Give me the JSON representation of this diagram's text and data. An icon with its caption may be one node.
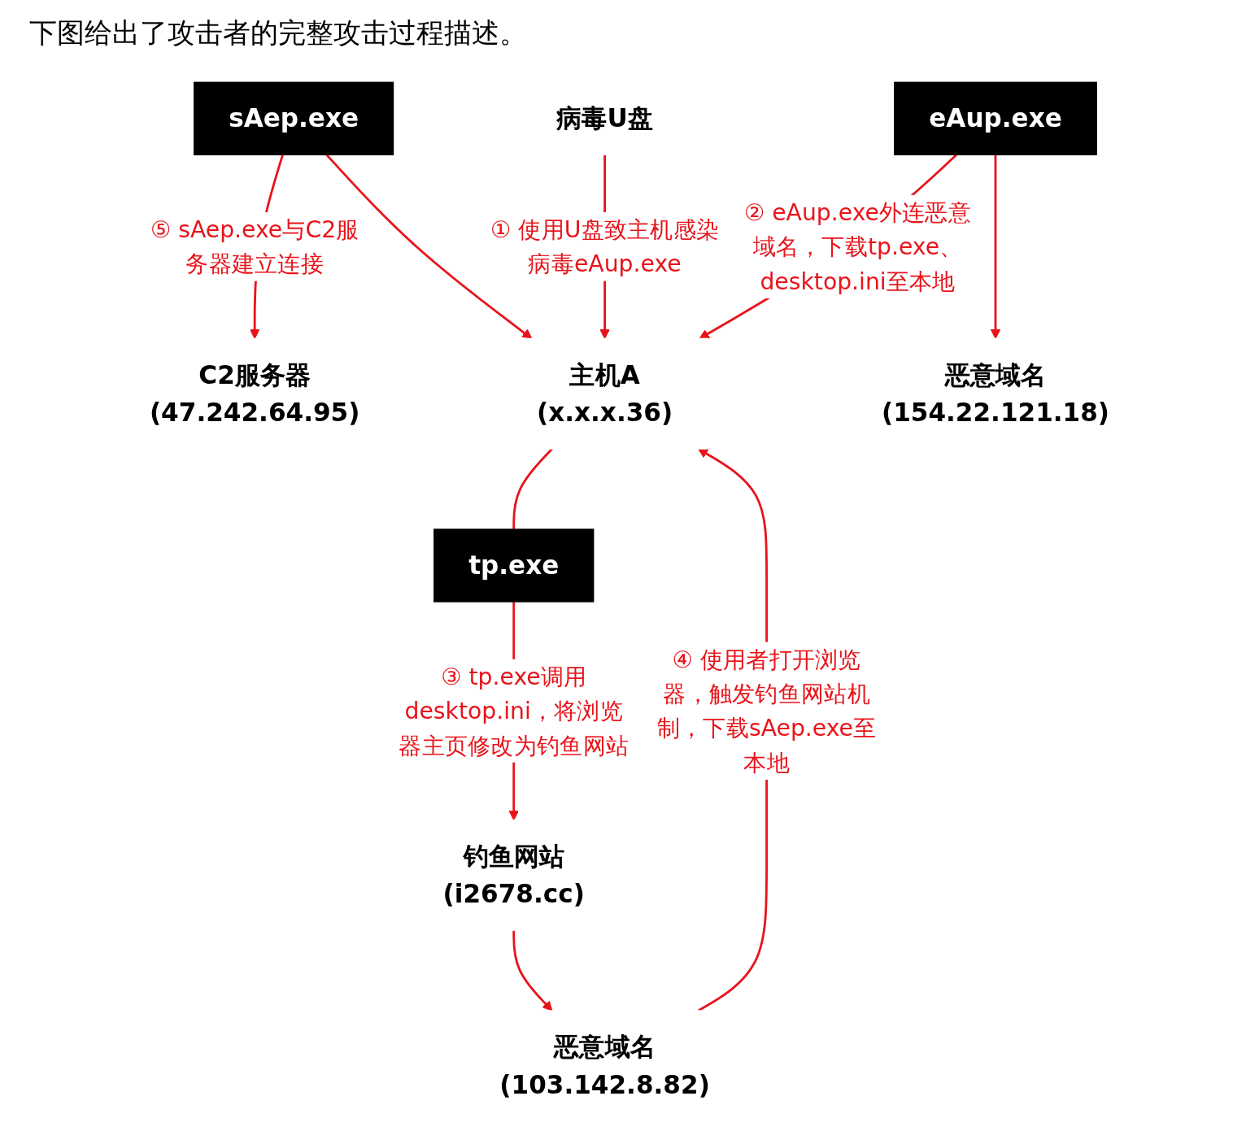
{
  "diagram": {
    "title": "下图给出了攻击者的完整攻击过程描述。",
    "nodes": [
      {
        "text": [
          "C2服务器",
          "(47.242.64.95)"
        ]
      },
      {
        "text": [
          "sAep.exe"
        ]
      },
      {
        "text": [
          "主机A",
          "(x.x.x.36)"
        ]
      },
      {
        "text": [
          "病毒U盘"
        ]
      },
      {
        "text": [
          "eAup.exe"
        ]
      },
      {
        "text": [
          "恶意域名",
          "(154.22.121.18)"
        ]
      },
      {
        "text": [
          "tp.exe"
        ]
      },
      {
        "text": [
          "钓鱼网站",
          "(i2678.cc)"
        ]
      },
      {
        "text": [
          "恶意域名",
          "(103.142.8.82)"
        ]
      }
    ],
    "edges": [
      {
        "from": 1,
        "to": 0,
        "arrow": "to",
        "label": "⑤ sAep.exe与C2服务器建立连接"
      },
      {
        "from": 1,
        "to": 2,
        "arrow": "to"
      },
      {
        "from": 3,
        "to": 2,
        "arrow": "to",
        "label": "① 使用U盘致主机感染病毒eAup.exe"
      },
      {
        "from": 4,
        "to": 2,
        "arrow": "to",
        "label": "② eAup.exe外连恶意域名，下载tp.exe、desktop.ini至本地"
      },
      {
        "from": 4,
        "to": 5,
        "arrow": "to"
      },
      {
        "from": 2,
        "to": 6,
        "arrow": "none"
      },
      {
        "from": 6,
        "to": 7,
        "arrow": "to",
        "label": "③ tp.exe调用desktop.ini，将浏览器主页修改为钓鱼网站"
      },
      {
        "from": 7,
        "to": 8,
        "arrow": "to"
      },
      {
        "from": 8,
        "to": 2,
        "arrow": "to",
        "label": "④ 使用者打开浏览器，触发钓鱼网站机制，下载sAep.exe至本地"
      }
    ]
  }
}
